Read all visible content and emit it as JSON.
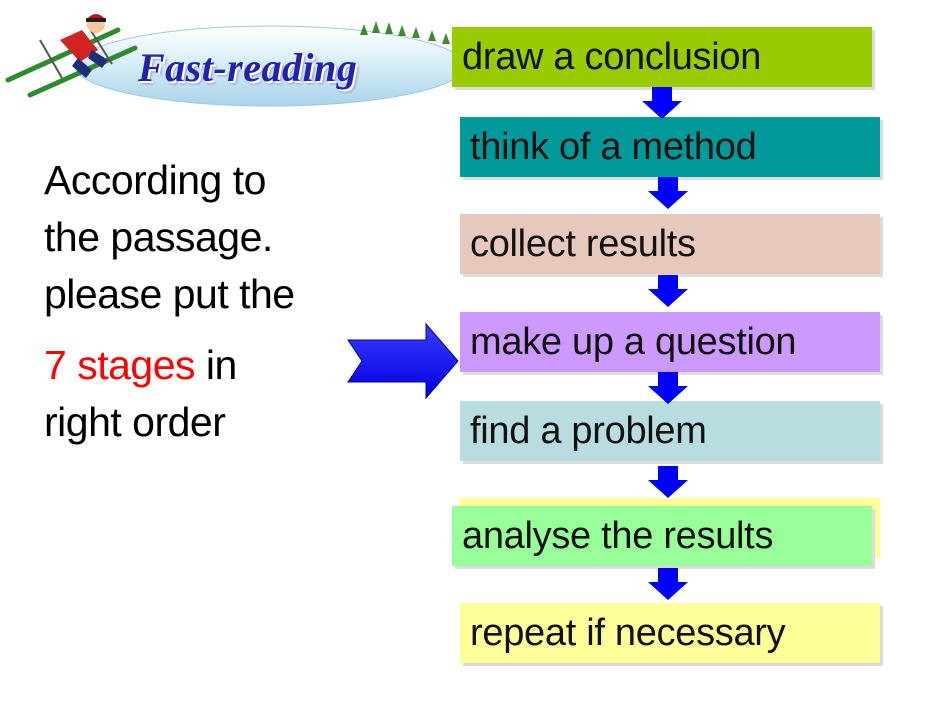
{
  "banner": {
    "title": "Fast-reading"
  },
  "intro": {
    "line1": "According to",
    "line2": "the passage.",
    "line3": "please put the",
    "highlight": "7 stages",
    "line4_rest": " in",
    "line5": "right order"
  },
  "stages": [
    {
      "label": "draw a conclusion",
      "color": "#99cc00"
    },
    {
      "label": "think of a method",
      "color": "#009999"
    },
    {
      "label": "collect results",
      "color": "#e6c8bd"
    },
    {
      "label": "make up a question",
      "color": "#cc99ff"
    },
    {
      "label": "find a problem",
      "color": "#b8dde0"
    },
    {
      "label": "analyse the results",
      "color": "#99ff99"
    },
    {
      "label": "repeat if necessary",
      "color": "#ffff99"
    }
  ],
  "colors": {
    "arrow": "#0000ff",
    "highlight": "#ff0000",
    "title": "#2222aa"
  },
  "icons": {
    "banner_figure": "skier-icon",
    "pointer": "right-arrow-icon",
    "connector": "down-arrow-icon"
  }
}
